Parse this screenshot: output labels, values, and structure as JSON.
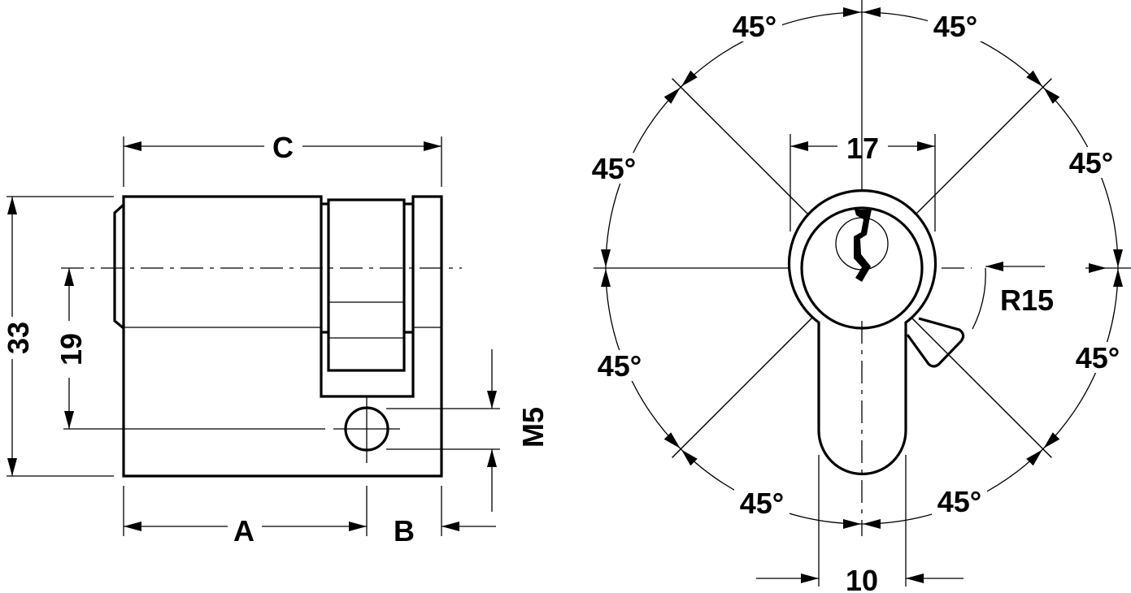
{
  "side_view": {
    "dim_c": "C",
    "dim_a": "A",
    "dim_b": "B",
    "dim_33": "33",
    "dim_19": "19",
    "dim_m5": "M5"
  },
  "front_view": {
    "dim_17": "17",
    "dim_10": "10",
    "dim_r15": "R15",
    "angles": [
      "45°",
      "45°",
      "45°",
      "45°",
      "45°",
      "45°",
      "45°",
      "45°"
    ]
  }
}
